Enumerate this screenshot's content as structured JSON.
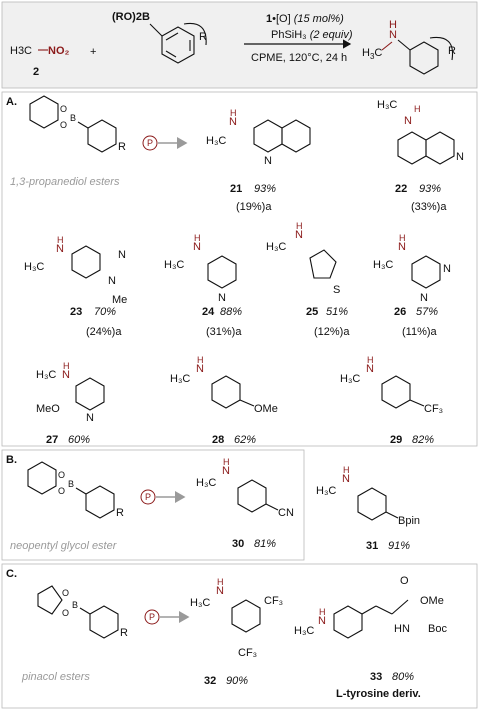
{
  "header": {
    "reagent1_formula": "H3C–NO2",
    "reagent1_number": "2",
    "plus": "+",
    "boronate_label": "(RO)2B",
    "substituent": "R",
    "catalyst": "1•[O] (15 mol%)",
    "silane": "PhSiH3 (2 equiv)",
    "conditions": "CPME, 120°C, 24 h"
  },
  "sectionA": {
    "label": "A.",
    "caption": "1,3-propanediol esters",
    "compounds": [
      {
        "num": "21",
        "yield": "93%",
        "alt": "(19%)a"
      },
      {
        "num": "22",
        "yield": "93%",
        "alt": "(33%)a"
      },
      {
        "num": "23",
        "yield": "70%",
        "alt": "(24%)a"
      },
      {
        "num": "24",
        "yield": "88%",
        "alt": "(31%)a"
      },
      {
        "num": "25",
        "yield": "51%",
        "alt": "(12%)a"
      },
      {
        "num": "26",
        "yield": "57%",
        "alt": "(11%)a"
      },
      {
        "num": "27",
        "yield": "60%"
      },
      {
        "num": "28",
        "yield": "62%"
      },
      {
        "num": "29",
        "yield": "82%"
      }
    ]
  },
  "sectionB": {
    "label": "B.",
    "caption": "neopentyl glycol ester",
    "compounds": [
      {
        "num": "30",
        "yield": "81%"
      },
      {
        "num": "31",
        "yield": "91%"
      }
    ]
  },
  "sectionC": {
    "label": "C.",
    "caption": "pinacol esters",
    "compounds": [
      {
        "num": "32",
        "yield": "90%"
      },
      {
        "num": "33",
        "yield": "80%",
        "name": "L-tyrosine deriv."
      }
    ]
  },
  "atoms": {
    "methyl": "H3C",
    "nh": "H",
    "n": "N",
    "s": "S",
    "me": "Me",
    "meo": "MeO",
    "ome": "OMe",
    "cf3": "CF3",
    "cn": "CN",
    "bpin": "Bpin",
    "boc": "Boc",
    "o": "O",
    "b": "B",
    "p": "P"
  },
  "colors": {
    "accent_red": "#8b1a1a",
    "caption_grey": "#9a9a9a",
    "header_bg": "#f0f0f0"
  }
}
